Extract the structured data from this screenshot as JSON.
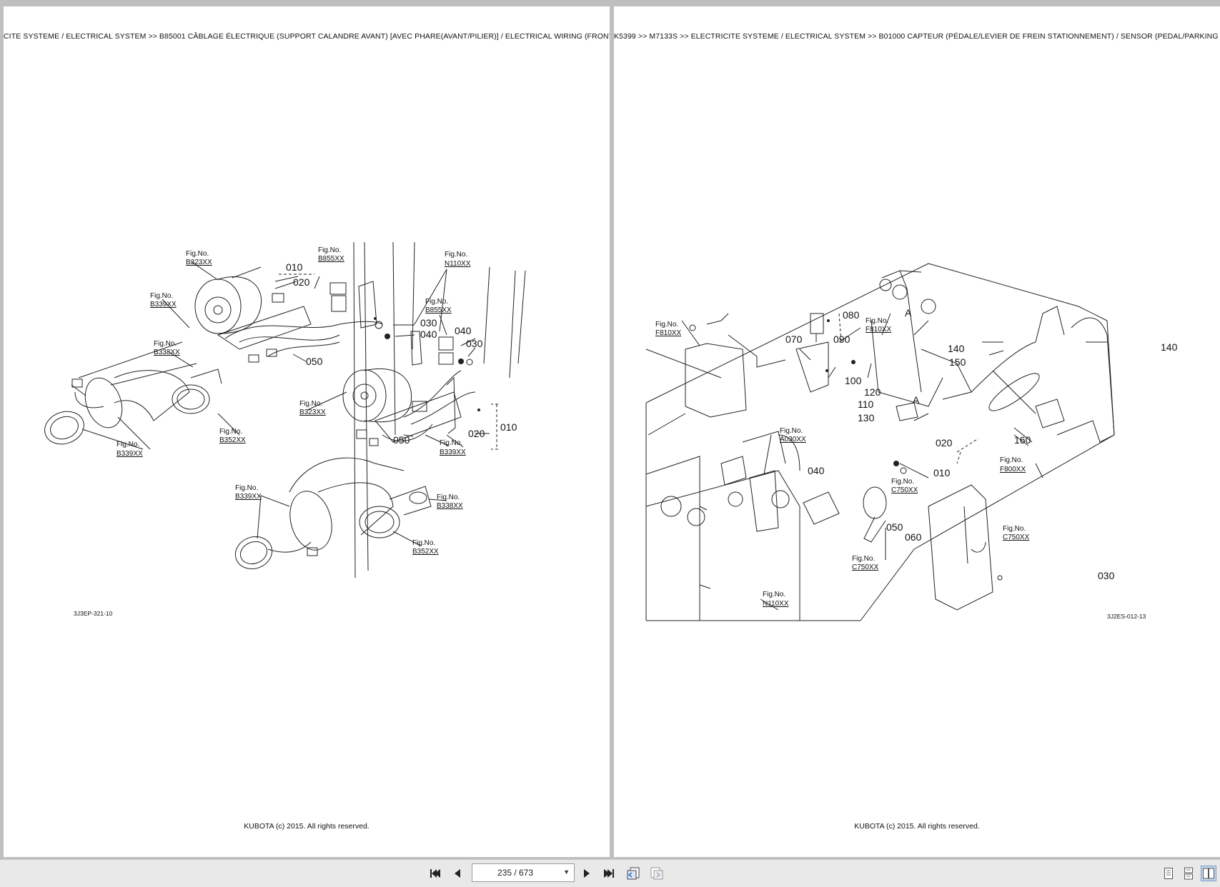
{
  "viewer": {
    "left_page": {
      "header": "CITE SYSTEME / ELECTRICAL SYSTEM >> B85001   CÂBLAGE ÉLECTRIQUE (SUPPORT CALANDRE AVANT) [AVEC PHARE(AVANT/PILIER)] / ELECTRICAL WIRING (FRONT PILL",
      "footer": "KUBOTA (c) 2015. All rights reserved.",
      "drawing_code": "3J3EP-321-10",
      "fig_label": "Fig.No.",
      "fig_refs": [
        "B323XX",
        "B855XX",
        "N110XX",
        "B339XX",
        "B338XX",
        "B855XX",
        "B352XX",
        "B339XX",
        "B323XX",
        "B339XX",
        "B339XX",
        "B338XX",
        "B352XX"
      ],
      "part_numbers": [
        "010",
        "020",
        "030",
        "040",
        "050",
        "040",
        "030",
        "020",
        "010",
        "050"
      ]
    },
    "right_page": {
      "header": "K5399 >> M7133S >> ELECTRICITE SYSTEME / ELECTRICAL SYSTEM >> B01000   CAPTEUR (PÉDALE/LEVIER DE FREIN STATIONNEMENT) / SENSOR (PEDAL/PARKING BRAK",
      "footer": "KUBOTA (c) 2015. All rights reserved.",
      "drawing_code": "3J2ES-012-13",
      "fig_label": "Fig.No.",
      "fig_refs": [
        "F810XX",
        "F810XX",
        "A030XX",
        "C750XX",
        "F800XX",
        "C750XX",
        "C750XX",
        "N110XX"
      ],
      "part_numbers": [
        "080",
        "070",
        "090",
        "100",
        "120",
        "110",
        "130",
        "140",
        "150",
        "140",
        "160",
        "020",
        "040",
        "010",
        "050",
        "060",
        "030"
      ],
      "detail_marks": [
        "A",
        "A"
      ]
    }
  },
  "toolbar": {
    "page_indicator": "235 / 673",
    "icons": [
      "first-page-icon",
      "previous-page-icon",
      "next-page-icon",
      "last-page-icon",
      "go-back-icon",
      "go-forward-icon",
      "single-page-view-icon",
      "continuous-view-icon",
      "two-page-view-icon"
    ]
  }
}
